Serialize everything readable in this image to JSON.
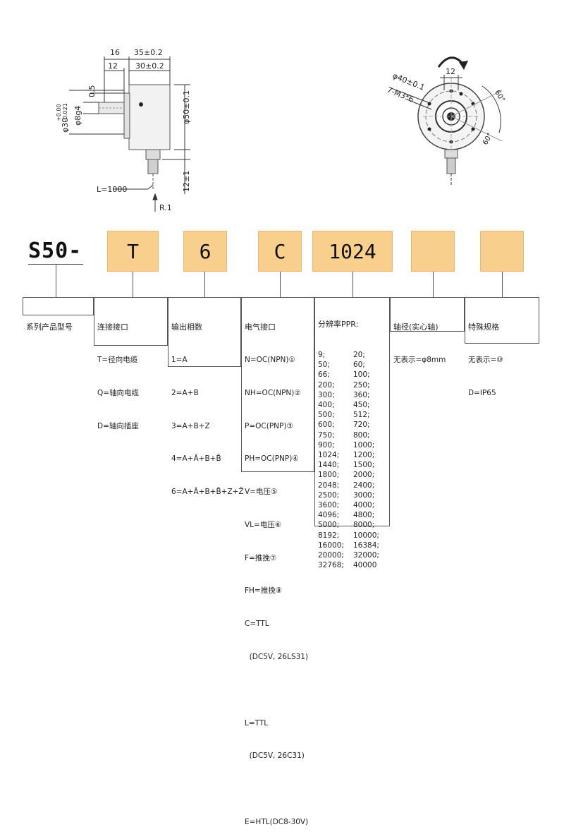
{
  "drawing": {
    "dim_16": "16",
    "dim_35": "35±0.2",
    "dim_12a": "12",
    "dim_30": "30±0.2",
    "dim_05": "0.5",
    "dim_shaft_tol": "+0.00\n-0.021",
    "dim_shaft_tol_top": "+0.00",
    "dim_shaft_tol_bot": "-0.021",
    "dim_phi30": "φ30",
    "dim_phi8": "φ8g4",
    "dim_phi50": "φ50±0.1",
    "dim_12b": "12±1",
    "dim_L": "L=1000",
    "dim_R": "R.1",
    "dim_12c": "12",
    "dim_phi40": "φ40±0.1",
    "dim_m3": "7-M3*6",
    "dim_60a": "60°",
    "dim_60b": "60°"
  },
  "code": {
    "series": "S50-",
    "boxes": [
      "T",
      "6",
      "C",
      "1024",
      "",
      ""
    ]
  },
  "desc": {
    "series": {
      "title": "系列产品型号"
    },
    "connection": {
      "title": "连接接口",
      "lines": [
        "T=径向电缆",
        "Q=轴向电缆",
        "D=轴向插座"
      ]
    },
    "phase": {
      "title": "输出相数",
      "lines": [
        "1=A",
        "2=A+B",
        "3=A+B+Z",
        "4=A+Ā+B+B̄",
        "6=A+Ā+B+B̄+Z+Z̄"
      ]
    },
    "electrical": {
      "title": "电气接口",
      "lines": [
        "N=OC(NPN)①",
        "NH=OC(NPN)②",
        "P=OC(PNP)③",
        "PH=OC(PNP)④",
        "V=电压⑤",
        "VL=电压⑥",
        "F=推挽⑦",
        "FH=推挽⑧",
        "C=TTL",
        "  (DC5V, 26LS31)",
        "",
        "L=TTL",
        "  (DC5V, 26C31)",
        "",
        "E=HTL(DC8-30V)"
      ]
    },
    "resolution": {
      "title": "分辨率PPR:",
      "rows": [
        [
          "9;",
          "20;"
        ],
        [
          "50;",
          "60;"
        ],
        [
          "66;",
          "100;"
        ],
        [
          "200;",
          "250;"
        ],
        [
          "300;",
          "360;"
        ],
        [
          "400;",
          "450;"
        ],
        [
          "500;",
          "512;"
        ],
        [
          "600;",
          "720;"
        ],
        [
          "750;",
          "800;"
        ],
        [
          "900;",
          "1000;"
        ],
        [
          "1024;",
          "1200;"
        ],
        [
          "1440;",
          "1500;"
        ],
        [
          "1800;",
          "2000;"
        ],
        [
          "2048;",
          "2400;"
        ],
        [
          "2500;",
          "3000;"
        ],
        [
          "3600;",
          "4000;"
        ],
        [
          "4096;",
          "4800;"
        ],
        [
          "5000;",
          "8000;"
        ],
        [
          "8192;",
          "10000;"
        ],
        [
          "16000;",
          "16384;"
        ],
        [
          "20000;",
          "32000;"
        ],
        [
          "32768;",
          "40000"
        ]
      ]
    },
    "shaft": {
      "title": "轴径(实心轴)",
      "lines": [
        "无表示=φ8mm"
      ]
    },
    "special": {
      "title": "特殊规格",
      "lines": [
        "无表示=⑩",
        "D=IP65"
      ]
    }
  },
  "colors": {
    "box_fill": "#f9cf8d",
    "line": "#555555"
  }
}
